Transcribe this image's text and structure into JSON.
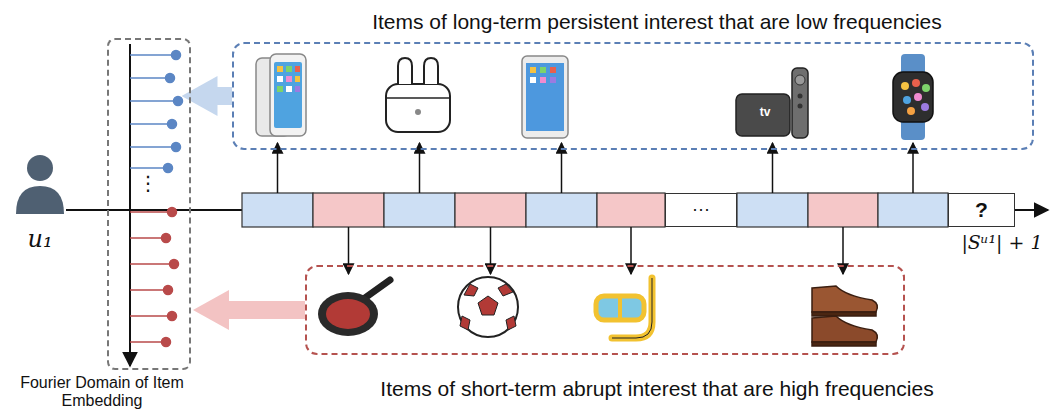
{
  "diagram": {
    "nodes": [
      {
        "text": [
          "Items of long-term persistent interest that are low frequencies"
        ]
      },
      {
        "text": [
          "Fourier Domain of Item Embedding"
        ]
      },
      {
        "text": [
          "···"
        ]
      },
      {
        "text": [
          "?"
        ]
      },
      {
        "text": [
          "Items of short-term abrupt interest that are high frequencies"
        ]
      }
    ],
    "edges": [
      {
        "from": 0,
        "to": 1,
        "arrow": "to"
      },
      {
        "from": 4,
        "to": 1,
        "arrow": "to"
      }
    ],
    "labels": [
      "tv",
      "⋮",
      "u₁",
      "|Sᵘ¹| + 1"
    ]
  }
}
